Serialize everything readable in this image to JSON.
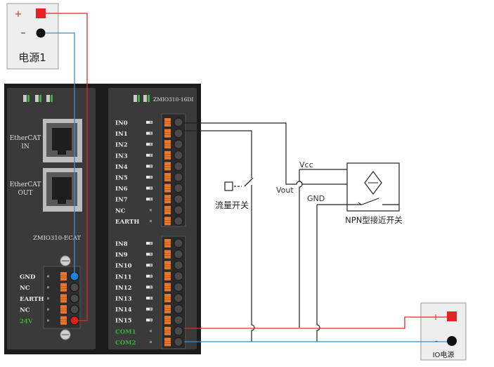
{
  "power_supply_1": {
    "plus_label": "+",
    "minus_label": "–",
    "name": "电源1"
  },
  "io_supply": {
    "plus_label": "+",
    "minus_label": "-",
    "name": "IO电源"
  },
  "coupler": {
    "port_in_label_line1": "EtherCAT",
    "port_in_label_line2": "IN",
    "port_out_label_line1": "EtherCAT",
    "port_out_label_line2": "OUT",
    "model": "ZMIO310-ECAT",
    "terminals": [
      "GND",
      "NC",
      "EARTH",
      "NC",
      "24V"
    ]
  },
  "di_module": {
    "model": "ZMIO310-16DI",
    "group1": [
      "IN0",
      "IN1",
      "IN2",
      "IN3",
      "IN4",
      "IN5",
      "IN6",
      "IN7",
      "NC",
      "EARTH"
    ],
    "group2": [
      "IN8",
      "IN9",
      "IN10",
      "IN11",
      "IN12",
      "IN13",
      "IN14",
      "IN15",
      "COM1",
      "COM2"
    ]
  },
  "flow_switch": {
    "label": "流量开关"
  },
  "npn_sensor": {
    "label": "NPN型接近开关",
    "vcc": "Vcc",
    "vout": "Vout",
    "gnd": "GND"
  },
  "colors": {
    "wire_red": "#d4302c",
    "wire_blue": "#3d8ec9",
    "wire_black": "#222222",
    "module_body": "#2d2d2d",
    "terminal_orange": "#e8772e",
    "label_green": "#3fae3f"
  }
}
